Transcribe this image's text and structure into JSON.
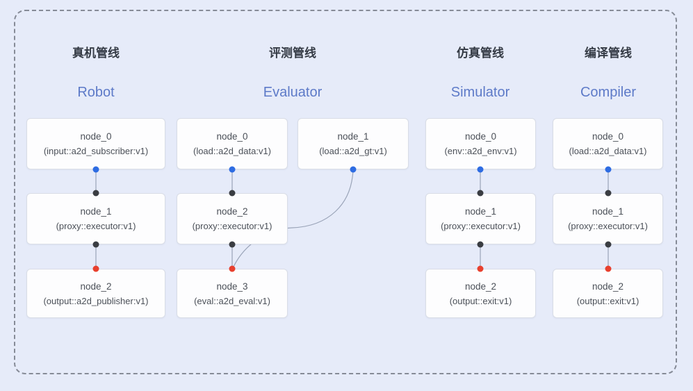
{
  "diagram": {
    "background": "#e6ebf9",
    "frame_border_color": "#868b97",
    "colors": {
      "title": "#353b45",
      "subtitle": "#5d7ac8",
      "node_text": "#4b5058",
      "node_background": "#fdfdfe",
      "node_border": "#d9dde6",
      "edge": "#9aa4b8",
      "port_blue": "#2e6ce2",
      "port_black": "#3a3d42",
      "port_red": "#e8402e"
    },
    "pipelines": [
      {
        "title_zh": "真机管线",
        "title_en": "Robot",
        "nodes": [
          {
            "name": "node_0",
            "impl": "(input::a2d_subscriber:v1)"
          },
          {
            "name": "node_1",
            "impl": "(proxy::executor:v1)"
          },
          {
            "name": "node_2",
            "impl": "(output::a2d_publisher:v1)"
          }
        ],
        "connections": [
          "node_0 -> node_1",
          "node_1 -> node_2"
        ]
      },
      {
        "title_zh": "评测管线",
        "title_en": "Evaluator",
        "nodes": [
          {
            "name": "node_0",
            "impl": "(load::a2d_data:v1)"
          },
          {
            "name": "node_1",
            "impl": "(load::a2d_gt:v1)"
          },
          {
            "name": "node_2",
            "impl": "(proxy::executor:v1)"
          },
          {
            "name": "node_3",
            "impl": "(eval::a2d_eval:v1)"
          }
        ],
        "connections": [
          "node_0 -> node_2",
          "node_2 -> node_3",
          "node_1 -> node_3"
        ]
      },
      {
        "title_zh": "仿真管线",
        "title_en": "Simulator",
        "nodes": [
          {
            "name": "node_0",
            "impl": "(env::a2d_env:v1)"
          },
          {
            "name": "node_1",
            "impl": "(proxy::executor:v1)"
          },
          {
            "name": "node_2",
            "impl": "(output::exit:v1)"
          }
        ],
        "connections": [
          "node_0 -> node_1",
          "node_1 -> node_2"
        ]
      },
      {
        "title_zh": "编译管线",
        "title_en": "Compiler",
        "nodes": [
          {
            "name": "node_0",
            "impl": "(load::a2d_data:v1)"
          },
          {
            "name": "node_1",
            "impl": "(proxy::executor:v1)"
          },
          {
            "name": "node_2",
            "impl": "(output::exit:v1)"
          }
        ],
        "connections": [
          "node_0 -> node_1",
          "node_1 -> node_2"
        ]
      }
    ]
  }
}
